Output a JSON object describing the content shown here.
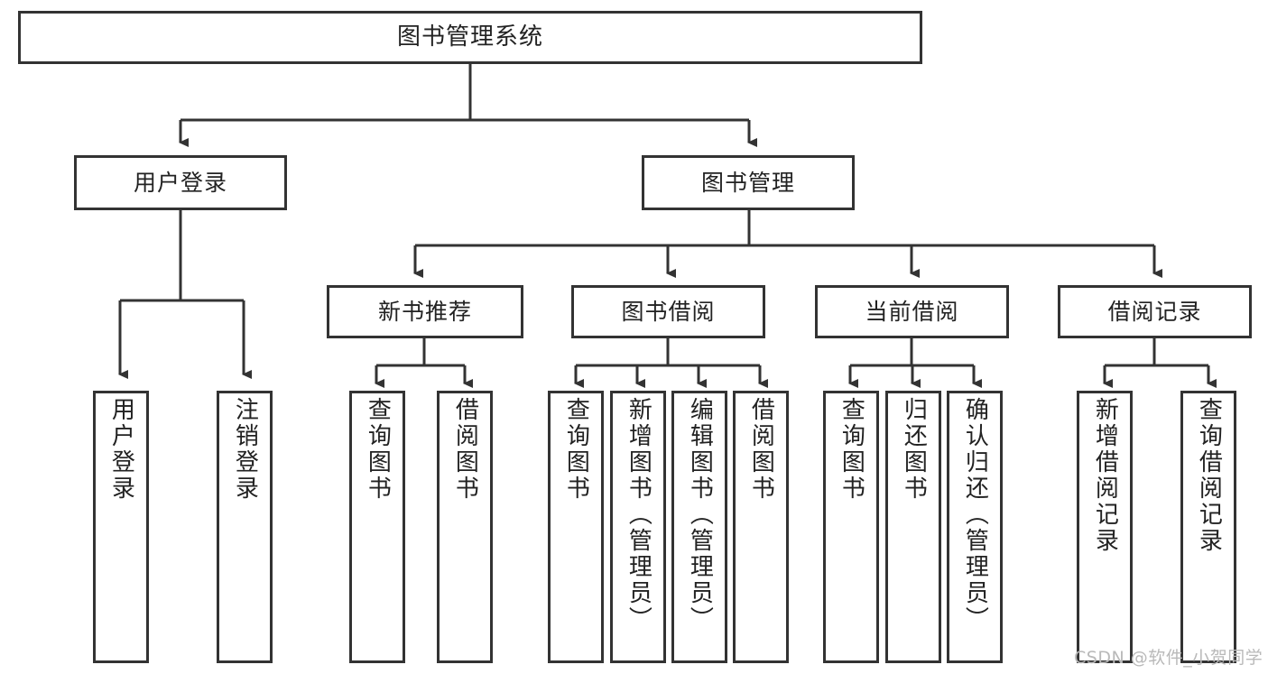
{
  "diagram": {
    "type": "tree",
    "title": "图书管理系统",
    "root": {
      "id": "root",
      "label": "图书管理系统"
    },
    "level1": [
      {
        "id": "user-login",
        "label": "用户登录"
      },
      {
        "id": "book-manage",
        "label": "图书管理"
      }
    ],
    "level2": [
      {
        "id": "new-book-recommend",
        "label": "新书推荐",
        "parent": "book-manage"
      },
      {
        "id": "book-borrow",
        "label": "图书借阅",
        "parent": "book-manage"
      },
      {
        "id": "current-borrow",
        "label": "当前借阅",
        "parent": "book-manage"
      },
      {
        "id": "borrow-record",
        "label": "借阅记录",
        "parent": "book-manage"
      }
    ],
    "leaves": {
      "user_login": [
        {
          "id": "leaf-user-login",
          "label": "用户登录"
        },
        {
          "id": "leaf-user-logout",
          "label": "注销登录"
        }
      ],
      "new_book_recommend": [
        {
          "id": "leaf-query-book-1",
          "label": "查询图书"
        },
        {
          "id": "leaf-borrow-book-1",
          "label": "借阅图书"
        }
      ],
      "book_borrow": [
        {
          "id": "leaf-query-book-2",
          "label": "查询图书"
        },
        {
          "id": "leaf-add-book",
          "label": "新增图书（管理员）"
        },
        {
          "id": "leaf-edit-book",
          "label": "编辑图书（管理员）"
        },
        {
          "id": "leaf-borrow-book-2",
          "label": "借阅图书"
        }
      ],
      "current_borrow": [
        {
          "id": "leaf-query-book-3",
          "label": "查询图书"
        },
        {
          "id": "leaf-return-book",
          "label": "归还图书"
        },
        {
          "id": "leaf-confirm-return",
          "label": "确认归还（管理员）"
        }
      ],
      "borrow_record": [
        {
          "id": "leaf-add-record",
          "label": "新增借阅记录"
        },
        {
          "id": "leaf-query-record",
          "label": "查询借阅记录"
        }
      ]
    }
  },
  "watermark": {
    "text": "CSDN @软件_小贺同学"
  },
  "colors": {
    "border": "#333333",
    "text": "#222222",
    "background": "#ffffff",
    "watermark": "#b9b9b9"
  }
}
